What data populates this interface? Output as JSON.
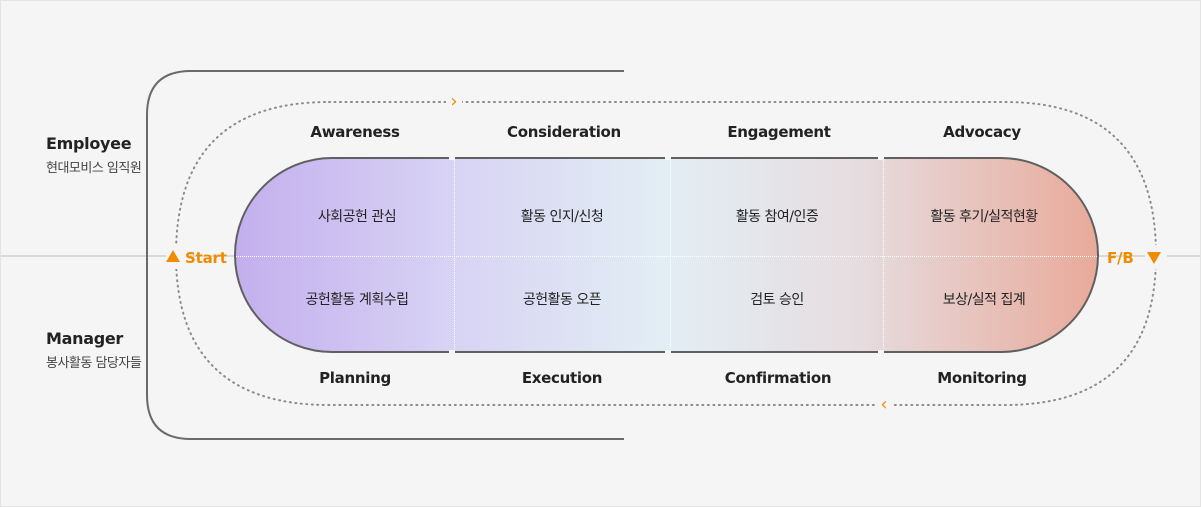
{
  "roles": {
    "employee": {
      "title": "Employee",
      "subtitle": "현대모비스 임직원"
    },
    "manager": {
      "title": "Manager",
      "subtitle": "봉사활동 담당자들"
    }
  },
  "stages_top": [
    "Awareness",
    "Consideration",
    "Engagement",
    "Advocacy"
  ],
  "stages_bottom": [
    "Planning",
    "Execution",
    "Confirmation",
    "Monitoring"
  ],
  "employee_steps": [
    "사회공헌 관심",
    "활동 인지/신청",
    "활동 참여/인증",
    "활동 후기/실적현황"
  ],
  "manager_steps": [
    "공헌활동 계획수립",
    "공헌활동 오픈",
    "검토 승인",
    "보상/실적 집계"
  ],
  "markers": {
    "start": "Start",
    "feedback": "F/B"
  },
  "colors": {
    "accent": "#f08c00",
    "gradient_start": "#c3afee",
    "gradient_end": "#e8aa9a",
    "outline": "#606060"
  },
  "icons": {
    "start": "triangle-up-icon",
    "feedback": "triangle-down-icon",
    "top_direction": "chevron-right-icon",
    "bottom_direction": "chevron-left-icon"
  }
}
